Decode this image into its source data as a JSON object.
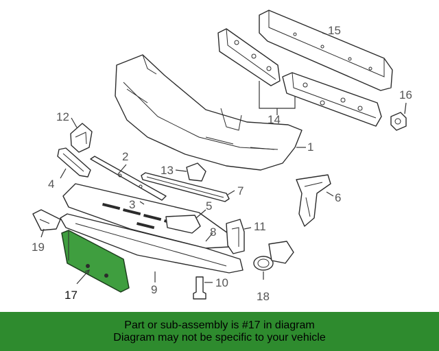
{
  "callouts": {
    "p1": "1",
    "p2": "2",
    "p3": "3",
    "p4": "4",
    "p5": "5",
    "p6": "6",
    "p7": "7",
    "p8": "8",
    "p9": "9",
    "p10": "10",
    "p11": "11",
    "p12": "12",
    "p13": "13",
    "p14": "14",
    "p15": "15",
    "p16": "16",
    "p17": "17",
    "p18": "18",
    "p19": "19"
  },
  "highlighted_part": "17",
  "highlight_color": "#3f9e3f",
  "banner": {
    "line1": "Part or sub-assembly is #17 in diagram",
    "line2": "Diagram may not be specific to your vehicle",
    "background": "#2e8b2e"
  }
}
